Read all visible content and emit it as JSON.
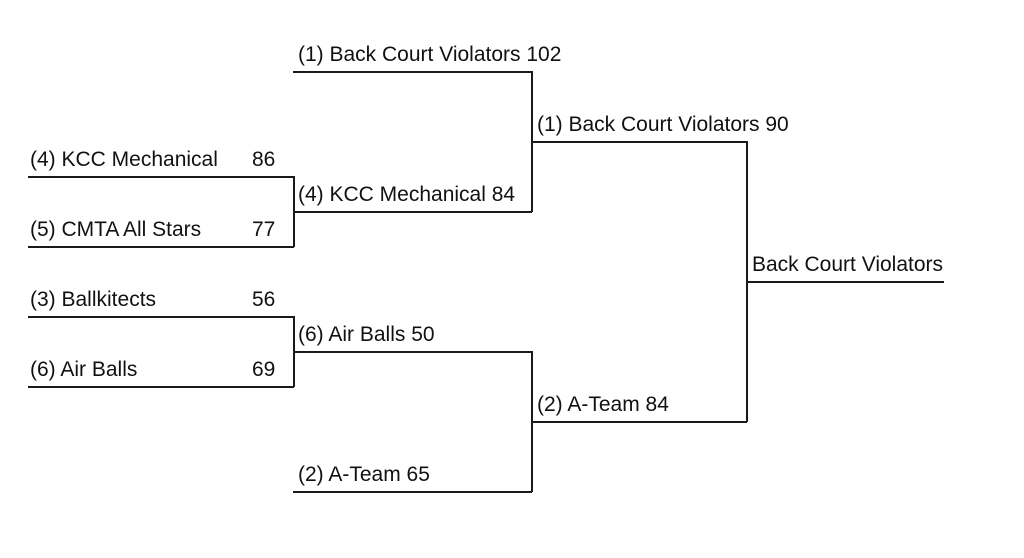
{
  "round1": {
    "m1_top": {
      "team": "(4) KCC Mechanical",
      "score": "86"
    },
    "m1_bottom": {
      "team": "(5) CMTA All Stars",
      "score": "77"
    },
    "m2_top": {
      "team": "(3) Ballkitects",
      "score": "56"
    },
    "m2_bottom": {
      "team": "(6) Air Balls",
      "score": "69"
    }
  },
  "semis": {
    "s1": "(1) Back Court Violators 102",
    "s2": "(4) KCC Mechanical 84",
    "s3": "(6) Air Balls 50",
    "s4": "(2) A-Team 65"
  },
  "finals": {
    "f1": "(1) Back Court Violators 90",
    "f2": "(2) A-Team 84"
  },
  "champion": "Back Court Violators"
}
